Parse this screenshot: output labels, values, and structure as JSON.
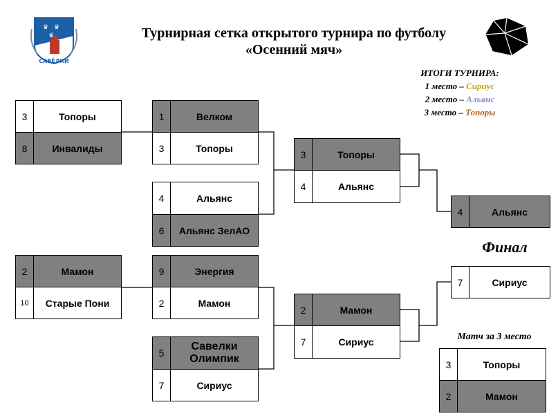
{
  "title_line1": "Турнирная сетка открытого турнира по футболу",
  "title_line2": "«Осенний мяч»",
  "results": {
    "heading": "ИТОГИ ТУРНИРА:",
    "first_label": "1 место – ",
    "first_team": "Сириус",
    "second_label": "2 место – ",
    "second_team": "Альянс",
    "third_label": "3 место – ",
    "third_team": "Топоры",
    "first_color": "#c9a400",
    "second_color": "#8a8fc8",
    "third_color": "#b5651d"
  },
  "logo_text": "САВЁЛКИ",
  "final_label": "Финал",
  "third_place_label": "Матч за 3 место",
  "colors": {
    "winner_fill": "#808080",
    "loser_fill": "#ffffff"
  },
  "r1": [
    {
      "seed": "3",
      "name": "Топоры"
    },
    {
      "seed": "8",
      "name": "Инвалиды"
    },
    {
      "seed": "2",
      "name": "Мамон"
    },
    {
      "seed": "10",
      "name": "Старые Пони"
    }
  ],
  "r2": [
    {
      "seed": "1",
      "name": "Велком"
    },
    {
      "seed": "3",
      "name": "Топоры"
    },
    {
      "seed": "4",
      "name": "Альянс"
    },
    {
      "seed": "6",
      "name": "Альянс ЗелАО"
    },
    {
      "seed": "9",
      "name": "Энергия"
    },
    {
      "seed": "2",
      "name": "Мамон"
    },
    {
      "seed": "5",
      "name": "Савелки Олимпик"
    },
    {
      "seed": "7",
      "name": "Сириус"
    }
  ],
  "semis": [
    {
      "seed": "3",
      "name": "Топоры"
    },
    {
      "seed": "4",
      "name": "Альянс"
    },
    {
      "seed": "2",
      "name": "Мамон"
    },
    {
      "seed": "7",
      "name": "Сириус"
    }
  ],
  "final": [
    {
      "seed": "4",
      "name": "Альянс"
    },
    {
      "seed": "7",
      "name": "Сириус"
    }
  ],
  "third": [
    {
      "seed": "3",
      "name": "Топоры"
    },
    {
      "seed": "2",
      "name": "Мамон"
    }
  ]
}
